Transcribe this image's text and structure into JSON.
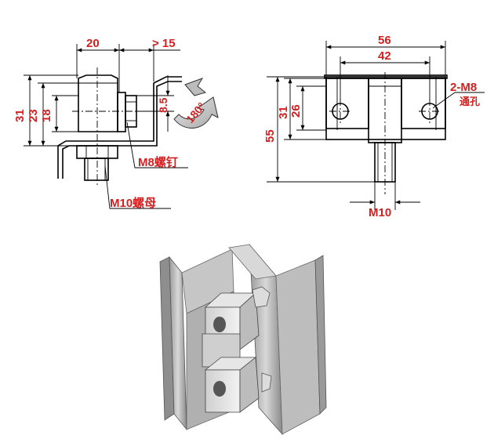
{
  "side_view": {
    "dim_width": "20",
    "dim_clearance": "> 15",
    "dim_height_31": "31",
    "dim_height_23": "23",
    "dim_height_18": "18",
    "dim_8_5": "8.5",
    "rotation": "180°",
    "screw_label": "M8螺钉",
    "nut_label": "M10螺母"
  },
  "front_view": {
    "dim_56": "56",
    "dim_42": "42",
    "dim_55": "55",
    "dim_31": "31",
    "dim_26": "26",
    "hole_label_line1": "2-M8",
    "hole_label_line2": "通孔",
    "stud_label": "M10"
  },
  "colors": {
    "dimension_text": "#d42020",
    "lines": "#000000"
  }
}
